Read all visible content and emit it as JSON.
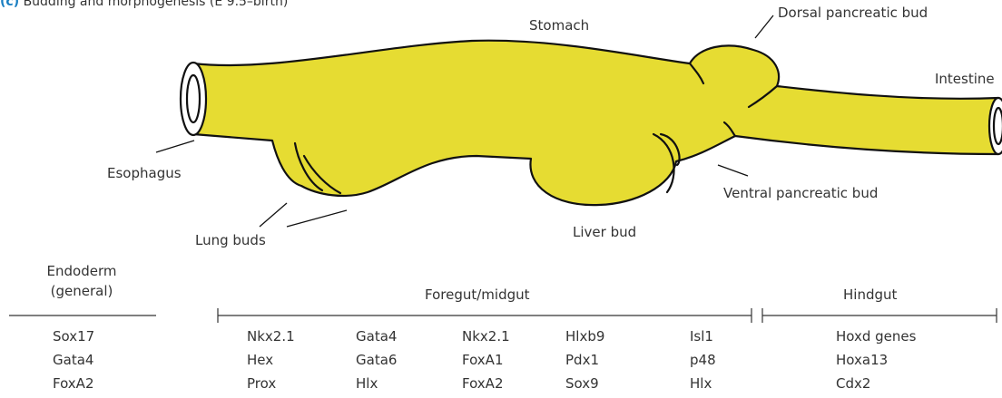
{
  "panel": {
    "letter": "(c)",
    "title": "Budding and morphogenesis (E 9.5–birth)"
  },
  "colors": {
    "tube_fill": "#e6dc32",
    "outline": "#111111",
    "panel_letter": "#1a7fc2",
    "text": "#333333"
  },
  "labels": {
    "stomach": "Stomach",
    "dorsal_pancreatic_bud": "Dorsal pancreatic bud",
    "intestine": "Intestine",
    "esophagus": "Esophagus",
    "ventral_pancreatic_bud": "Ventral pancreatic bud",
    "lung_buds": "Lung buds",
    "liver_bud": "Liver bud"
  },
  "table": {
    "endoderm": {
      "title_line1": "Endoderm",
      "title_line2": "(general)",
      "genes": [
        "Sox17",
        "Gata4",
        "FoxA2"
      ]
    },
    "foregut": {
      "title": "Foregut/midgut",
      "columns": [
        [
          "Nkx2.1",
          "Hex",
          "Prox"
        ],
        [
          "Gata4",
          "Gata6",
          "Hlx"
        ],
        [
          "Nkx2.1",
          "FoxA1",
          "FoxA2"
        ],
        [
          "Hlxb9",
          "Pdx1",
          "Sox9"
        ],
        [
          "Isl1",
          "p48",
          "Hlx"
        ]
      ]
    },
    "hindgut": {
      "title": "Hindgut",
      "genes": [
        "Hoxd genes",
        "Hoxa13",
        "Cdx2"
      ]
    }
  }
}
